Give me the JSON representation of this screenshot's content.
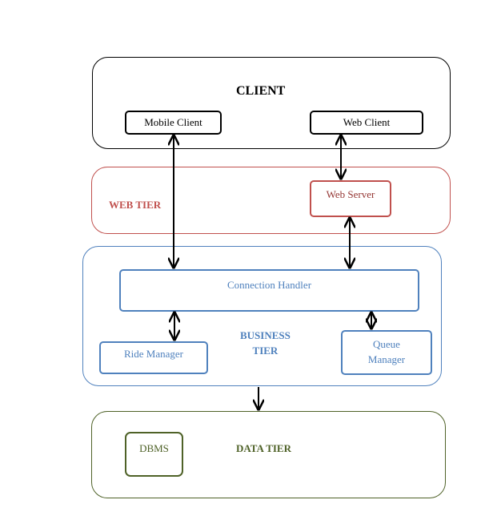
{
  "tiers": {
    "client": {
      "label": "CLIENT"
    },
    "web": {
      "label": "WEB TIER"
    },
    "business": {
      "label_line1": "BUSINESS",
      "label_line2": "TIER"
    },
    "data": {
      "label": "DATA TIER"
    }
  },
  "boxes": {
    "mobile_client": "Mobile Client",
    "web_client": "Web Client",
    "web_server": "Web Server",
    "connection_handler": "Connection Handler",
    "ride_manager": "Ride Manager",
    "queue_manager_line1": "Queue",
    "queue_manager_line2": "Manager",
    "dbms": "DBMS"
  },
  "colors": {
    "client": "#000000",
    "web_tier": "#c0504d",
    "business_tier": "#4f81bd",
    "data_tier": "#4f6228"
  }
}
